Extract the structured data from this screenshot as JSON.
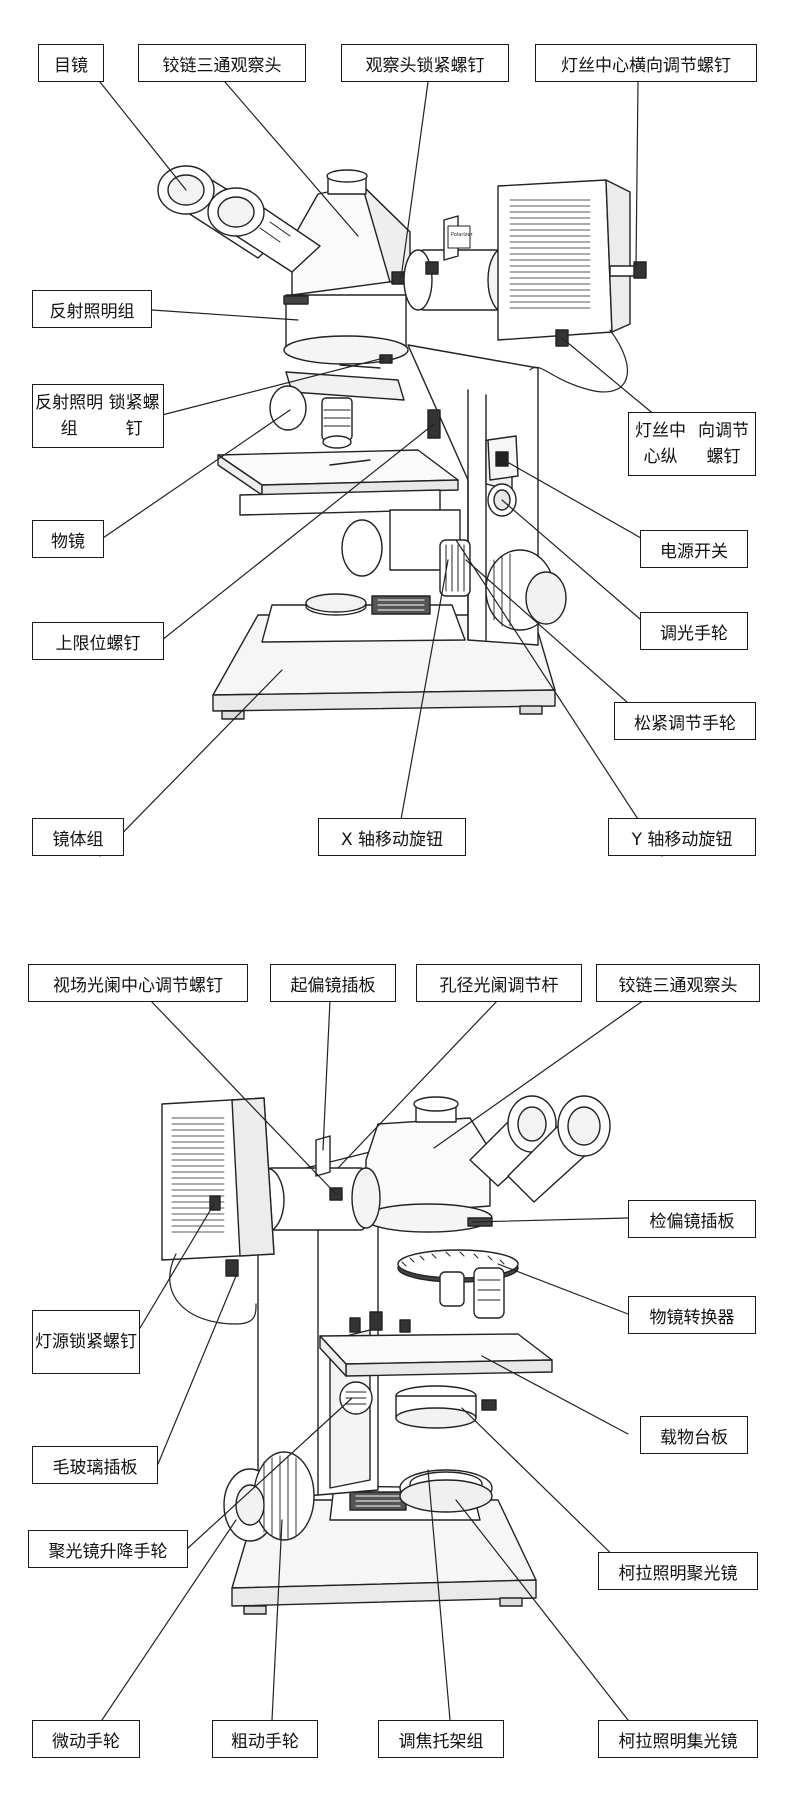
{
  "diagram_top": {
    "labels": {
      "eyepiece": "目镜",
      "hinged_trinocular_head": "铰链三通观察头",
      "head_lock_screw": "观察头锁紧螺钉",
      "filament_center_h_screw": "灯丝中心横向调节螺钉",
      "reflected_illumination": "反射照明组",
      "reflected_illum_lock_line1": "反射照明组",
      "reflected_illum_lock_line2": "锁紧螺钉",
      "filament_center_v_line1": "灯丝中心纵",
      "filament_center_v_line2": "向调节螺钉",
      "objective": "物镜",
      "power_switch": "电源开关",
      "dimmer_wheel": "调光手轮",
      "upper_limit_screw": "上限位螺钉",
      "tension_wheel": "松紧调节手轮",
      "body": "镜体组",
      "x_knob": "X 轴移动旋钮",
      "y_knob": "Y 轴移动旋钮"
    },
    "slider_text": "Polarizer"
  },
  "diagram_bottom": {
    "labels": {
      "field_diaphragm_screw": "视场光阑中心调节螺钉",
      "polarizer_slider": "起偏镜插板",
      "aperture_lever": "孔径光阑调节杆",
      "hinged_trinocular_head": "铰链三通观察头",
      "analyzer_slider": "检偏镜插板",
      "lamp_lock_line1": "灯源锁紧",
      "lamp_lock_line2": "螺钉",
      "nosepiece": "物镜转换器",
      "frosted_glass_slider": "毛玻璃插板",
      "stage_plate": "载物台板",
      "condenser_focus_wheel": "聚光镜升降手轮",
      "kohler_condenser": "柯拉照明聚光镜",
      "fine_focus": "微动手轮",
      "coarse_focus": "粗动手轮",
      "focus_bracket": "调焦托架组",
      "kohler_collector": "柯拉照明集光镜"
    }
  }
}
